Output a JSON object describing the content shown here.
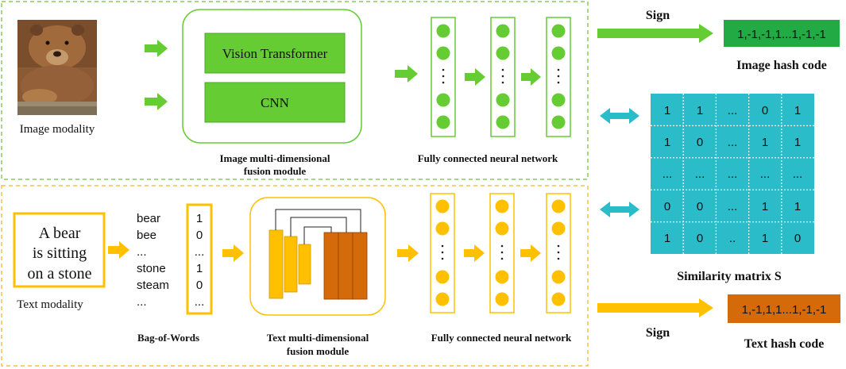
{
  "image_branch": {
    "modality_label": "Image modality",
    "fusion_blocks": [
      "Vision Transformer",
      "CNN"
    ],
    "fusion_caption_line1": "Image multi-dimensional",
    "fusion_caption_line2": "fusion module",
    "fc_caption": "Fully connected neural network",
    "sign_label": "Sign",
    "hash_code": "1,-1,-1,1...1,-1,-1",
    "hash_caption": "Image hash code"
  },
  "text_branch": {
    "sentence_lines": [
      "A bear",
      "is sitting",
      "on a stone"
    ],
    "modality_label": "Text modality",
    "bow_words": [
      "bear",
      "bee",
      "...",
      "stone",
      "steam",
      "..."
    ],
    "bow_values": [
      "1",
      "0",
      "...",
      "1",
      "0",
      "..."
    ],
    "bow_caption": "Bag-of-Words",
    "fusion_caption_line1": "Text multi-dimensional",
    "fusion_caption_line2": "fusion module",
    "fc_caption": "Fully connected neural network",
    "sign_label": "Sign",
    "hash_code": "1,-1,1,1...1,-1,-1",
    "hash_caption": "Text hash code"
  },
  "similarity": {
    "caption": "Similarity matrix S",
    "rows": [
      [
        "1",
        "1",
        "...",
        "0",
        "1"
      ],
      [
        "1",
        "0",
        "...",
        "1",
        "1"
      ],
      [
        "...",
        "...",
        "...",
        "...",
        "..."
      ],
      [
        "0",
        "0",
        "...",
        "1",
        "1"
      ],
      [
        "1",
        "0",
        "..",
        "1",
        "0"
      ]
    ]
  },
  "colors": {
    "image_green": "#66cc33",
    "image_dash": "#88cc55",
    "text_yellow": "#ffc000",
    "text_dash": "#f5c040",
    "text_orange": "#d46a0a",
    "matrix_teal": "#2bbcc9",
    "hash_green": "#22aa44",
    "hash_orange": "#d46a0a"
  }
}
